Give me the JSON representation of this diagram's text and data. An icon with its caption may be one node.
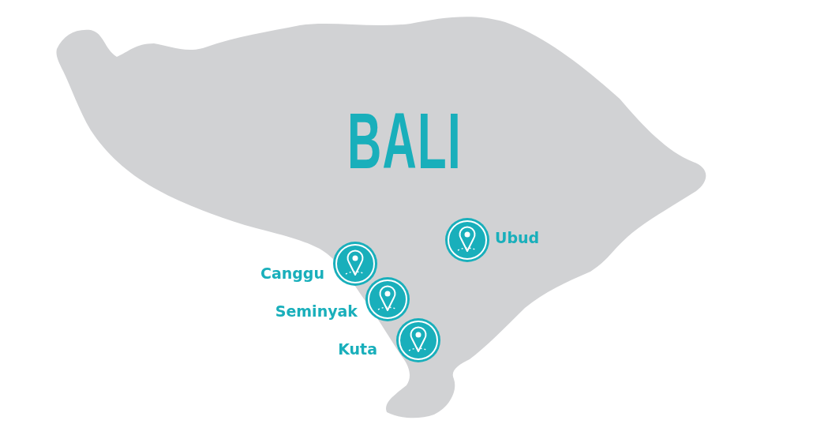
{
  "diagram": {
    "title": "BALI",
    "labels": [
      "Ubud",
      "Canggu",
      "Seminyak",
      "Kuta"
    ]
  }
}
